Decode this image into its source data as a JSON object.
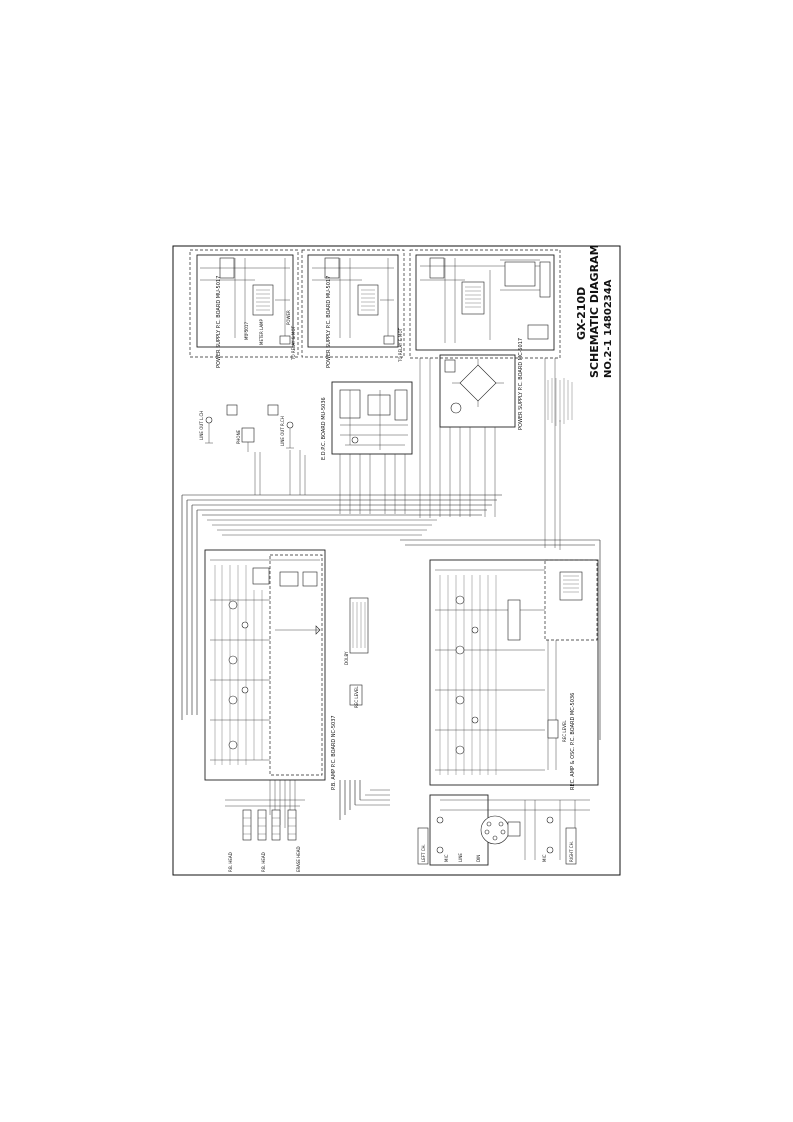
{
  "sheet": {
    "model": "GX-210D",
    "title": "SCHEMATIC DIAGRAM",
    "doc_number": "NO.2-1 1480234A"
  },
  "boards": {
    "pb_amp": "P.B. AMP P.C. BOARD NC-5037",
    "rec_amp": "REC. AMP & OSC. P.C. BOARD MC-5036",
    "edc": "E.D.P.C. BOARD MU-5036",
    "power_supply": "POWER SUPPLY P.C. BOARD MC-5017",
    "ps_top": "POWER SUPPLY P.C. BOARD MU-5017",
    "ps_mid": "POWER SUPPLY P.C. BOARD MU-5017"
  },
  "labels": {
    "left_ch": "LEFT CH.",
    "right_ch": "RIGHT CH.",
    "line_out_l": "LINE OUT L.CH",
    "line_out_r": "LINE OUT R.CH",
    "phone": "PHONE",
    "to_relay_top": "TO RELAY & MOT",
    "to_relay_mid": "TO RELAY & MOT",
    "rec_level_l": "REC LEVEL",
    "rec_level_r": "REC LEVEL",
    "mic_l": "MIC",
    "mic_r": "MIC",
    "line": "LINE",
    "din": "DIN",
    "pb_head_l": "P.B. HEAD",
    "pb_head_r": "P.B. HEAD",
    "erase_head": "ERASE HEAD",
    "power": "POWER",
    "meter_lamp": "METER LAMP",
    "dolby": "DOLBY"
  }
}
